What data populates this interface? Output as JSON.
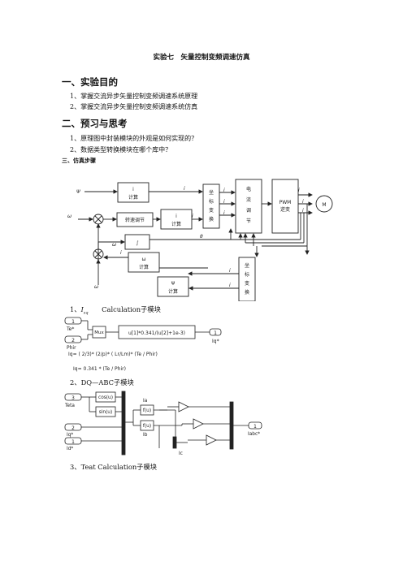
{
  "doc": {
    "title": "实验七　矢量控制变频调速仿真",
    "section1": {
      "heading": "一、实验目的",
      "items": [
        "1、掌握交流异步矢量控制变频调速系统原理",
        "2、掌握交流异步矢量控制变频调速系统仿真"
      ]
    },
    "section2": {
      "heading": "二、预习与思考",
      "items": [
        "1、原理图中封装模块的外观是如何实现的？",
        "2、数据类型转换模块在哪个库中？"
      ]
    },
    "section3": {
      "heading": "三、仿真步骤"
    },
    "captions": [
      "1、",
      "Calculation子模块",
      "2、DQ—ABC子模块",
      "3、Teat Calculation子模块"
    ]
  },
  "diagram1": {
    "blocks": {
      "flux_calc": [
        "i",
        "计算"
      ],
      "speed_reg": "转速调节",
      "iq_calc": [
        "i",
        "计算"
      ],
      "coord1": [
        "坐",
        "标",
        "变",
        "换"
      ],
      "current_reg": [
        "电",
        "流",
        "调",
        "节"
      ],
      "pwm": [
        "PWM",
        "逆变"
      ],
      "motor": "M",
      "integ": "∫",
      "omega_s_calc": [
        "ω",
        "计算"
      ],
      "psi_calc": [
        "Ψ",
        "计算"
      ],
      "coord2": [
        "坐",
        "标",
        "变",
        "换"
      ]
    },
    "labels": [
      "Ψ",
      "ω",
      "θ",
      "ω",
      "ω",
      "i",
      "i",
      "i",
      "i",
      "i",
      "i",
      "i",
      "i",
      "i",
      "i",
      "i"
    ]
  },
  "diagram2": {
    "ports": [
      {
        "num": "1",
        "name": "Te*"
      },
      {
        "num": "2",
        "name": "Phir"
      }
    ],
    "mux": "Mux",
    "fcn": "u[1]*0.341/(u[2]+1e-3)",
    "out": {
      "num": "1",
      "name": "Iq*"
    },
    "eq1": "Iq= ( 2/3)* (2/p)* ( Lr/Lm)* (Te / Phir)",
    "eq2": "Iq= 0.341 * (Te / Phir)"
  },
  "diagram3": {
    "ports": [
      {
        "num": "3",
        "name": "Teta"
      },
      {
        "num": "2",
        "name": "Iq*"
      },
      {
        "num": "1",
        "name": "Id*"
      }
    ],
    "trig": [
      "cos(u)",
      "sin(u)"
    ],
    "fu": "f(u)",
    "sig": [
      "Ia",
      "Ib",
      "Ic"
    ],
    "out": {
      "num": "1",
      "name": "Iabc*"
    }
  }
}
